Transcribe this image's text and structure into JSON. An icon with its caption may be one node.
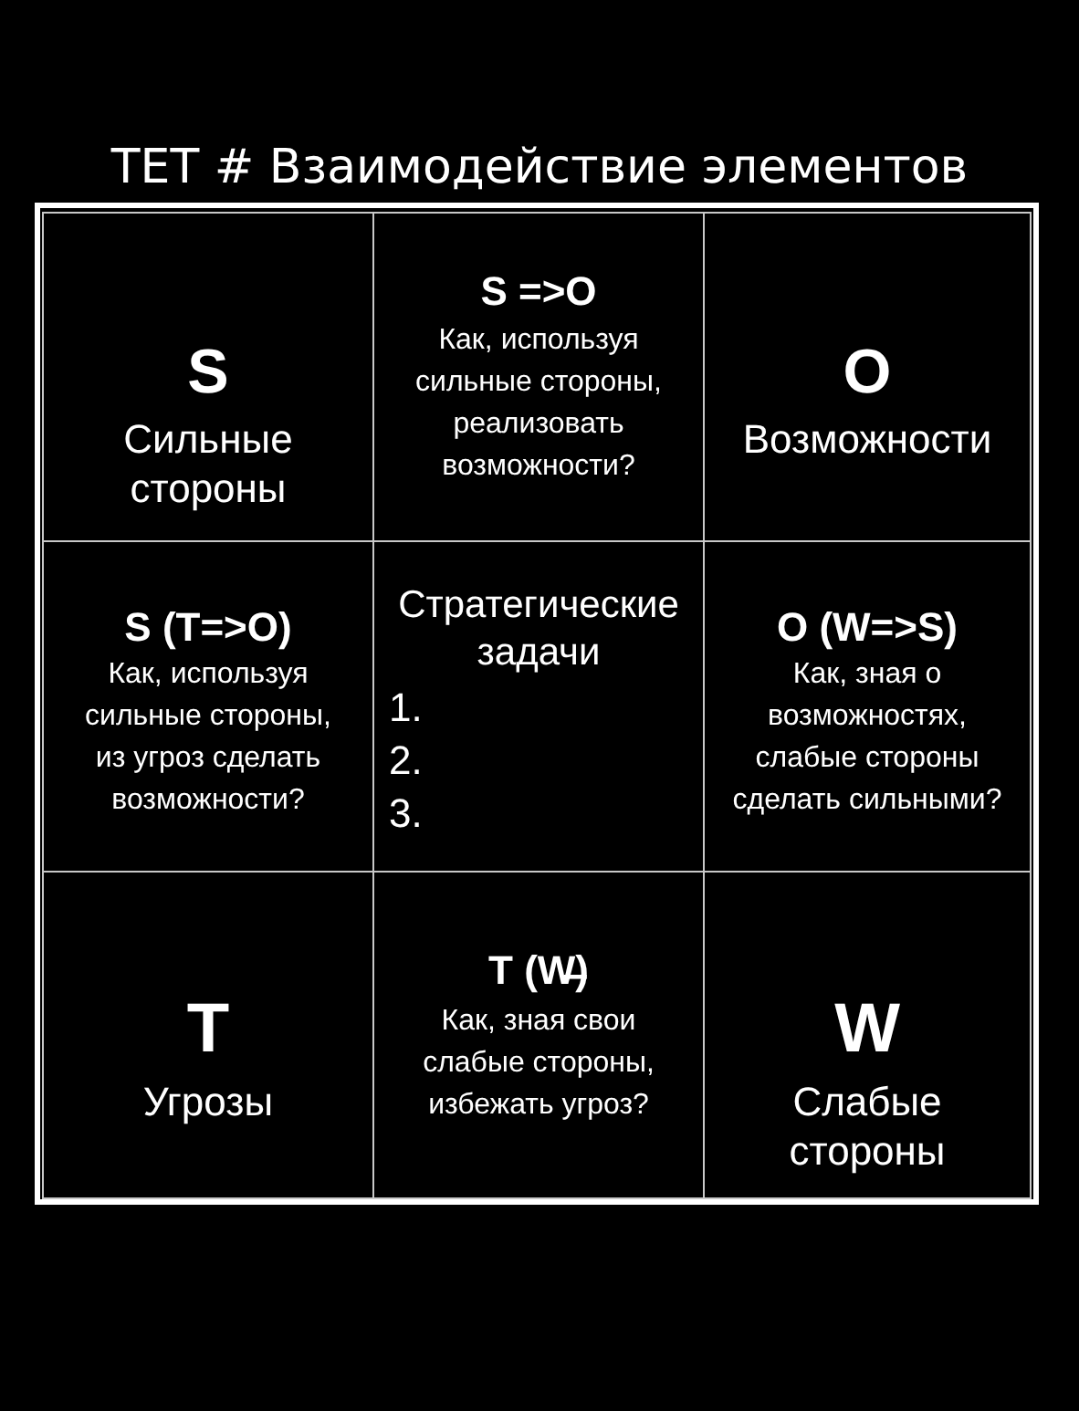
{
  "diagram": {
    "title": "ТЕТ # Взаимодействие элементов",
    "nodes": [
      {
        "text": [
          "S",
          "Сильные стороны"
        ]
      },
      {
        "text": [
          "S =>O",
          "Как, используя сильные стороны, реализовать возможности?"
        ]
      },
      {
        "text": [
          "O",
          "Возможности"
        ]
      },
      {
        "text": [
          "S (T=>O)",
          "Как, используя сильные стороны, из угроз сделать возможности?"
        ]
      },
      {
        "text": [
          "Стратегические задачи",
          "1.",
          "2.",
          "3."
        ]
      },
      {
        "text": [
          "O (W=>S)",
          "Как, зная о возможностях, слабые стороны сделать сильными?"
        ]
      },
      {
        "text": [
          "T",
          "Угрозы"
        ]
      },
      {
        "text": [
          "T (W̶)",
          "Как, зная свои слабые стороны, избежать угроз?"
        ]
      },
      {
        "text": [
          "W",
          "Слабые стороны"
        ]
      }
    ]
  }
}
